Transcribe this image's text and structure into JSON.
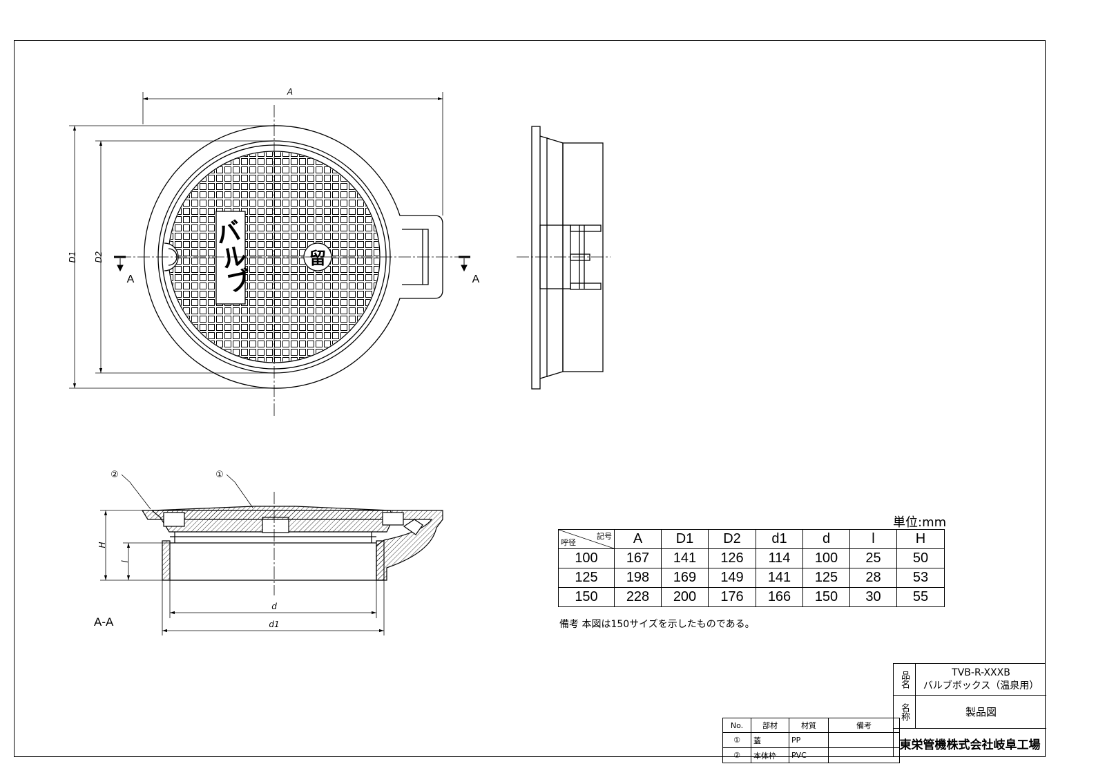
{
  "drawing": {
    "dimension_labels": {
      "A": "A",
      "D1": "D1",
      "D2": "D2",
      "H": "H",
      "l": "l",
      "d": "d",
      "d1": "d1",
      "section_mark": "A",
      "section_title": "A-A",
      "callout_1": "①",
      "callout_2": "②"
    },
    "lid_text": "バルブ",
    "lid_emblem": "留"
  },
  "dimension_table": {
    "unit_label": "単位:mm",
    "corner_top": "記号",
    "corner_bottom": "呼径",
    "columns": [
      "A",
      "D1",
      "D2",
      "d1",
      "d",
      "l",
      "H"
    ],
    "rows": [
      {
        "nominal": "100",
        "values": [
          "167",
          "141",
          "126",
          "114",
          "100",
          "25",
          "50"
        ]
      },
      {
        "nominal": "125",
        "values": [
          "198",
          "169",
          "149",
          "141",
          "125",
          "28",
          "53"
        ]
      },
      {
        "nominal": "150",
        "values": [
          "228",
          "200",
          "176",
          "166",
          "150",
          "30",
          "55"
        ]
      }
    ],
    "note": "備考 本図は150サイズを示したものである。"
  },
  "parts_list": {
    "headers": [
      "No.",
      "部材",
      "材質",
      "備考"
    ],
    "rows": [
      {
        "no": "①",
        "part": "蓋",
        "material": "PP",
        "remark": ""
      },
      {
        "no": "②",
        "part": "本体枠",
        "material": "PVC",
        "remark": ""
      }
    ]
  },
  "title_block": {
    "product_key": "品名",
    "product_code": "TVB-R-XXXB",
    "product_name": "バルブボックス（温泉用）",
    "name_key": "名称",
    "name_value": "製品図",
    "company": "東栄管機株式会社岐阜工場"
  }
}
